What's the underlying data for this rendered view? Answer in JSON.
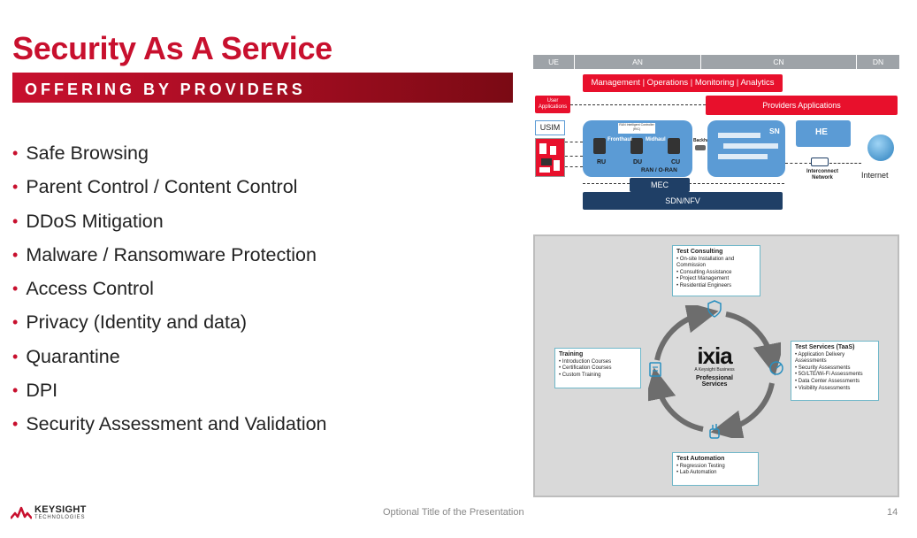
{
  "title": "Security As A Service",
  "subtitle": "OFFERING BY PROVIDERS",
  "bullets": [
    "Safe Browsing",
    "Parent Control / Content Control",
    "DDoS Mitigation",
    "Malware / Ransomware Protection",
    "Access Control",
    "Privacy (Identity and data)",
    "Quarantine",
    "DPI",
    "Security Assessment and Validation"
  ],
  "architecture": {
    "segments": [
      "UE",
      "AN",
      "CN",
      "DN"
    ],
    "management": "Management | Operations | Monitoring | Analytics",
    "user_applications": "User Applications",
    "providers_applications": "Providers Applications",
    "usim": "USIM",
    "ric": "RAN Intelligent Controller (RIC)",
    "fronthaul": "Fronthaul",
    "midhaul": "Midhaul",
    "backhaul": "Backhaul",
    "ru": "RU",
    "du": "DU",
    "cu": "CU",
    "ran": "RAN / O-RAN",
    "sn": "SN",
    "he": "HE",
    "interconnect": "Interconnect Network",
    "internet": "Internet",
    "mec": "MEC",
    "sdn": "SDN/NFV"
  },
  "services": {
    "consulting": {
      "title": "Test Consulting",
      "items": [
        "On-site Installation and Commission",
        "Consulting Assistance",
        "Project Management",
        "Residential Engineers"
      ]
    },
    "taas": {
      "title": "Test Services (TaaS)",
      "items": [
        "Application Delivery Assessments",
        "Security Assessments",
        "5G/LTE/Wi-Fi Assessments",
        "Data Center Assessments",
        "Visibility Assessments"
      ]
    },
    "automation": {
      "title": "Test Automation",
      "items": [
        "Regression Testing",
        "Lab Automation"
      ]
    },
    "training": {
      "title": "Training",
      "items": [
        "Introduction Courses",
        "Certification Courses",
        "Custom Training"
      ]
    },
    "center": {
      "logo": "ixia",
      "tagline": "A Keysight Business",
      "label1": "Professional",
      "label2": "Services"
    }
  },
  "footer": {
    "company1": "KEYSIGHT",
    "company2": "TECHNOLOGIES",
    "presentation_title": "Optional Title of the Presentation",
    "page_number": "14"
  },
  "colors": {
    "accent_red": "#c8102e",
    "diagram_red": "#e8102c",
    "diagram_blue": "#5b9bd5",
    "diagram_navy": "#1f3f66"
  }
}
